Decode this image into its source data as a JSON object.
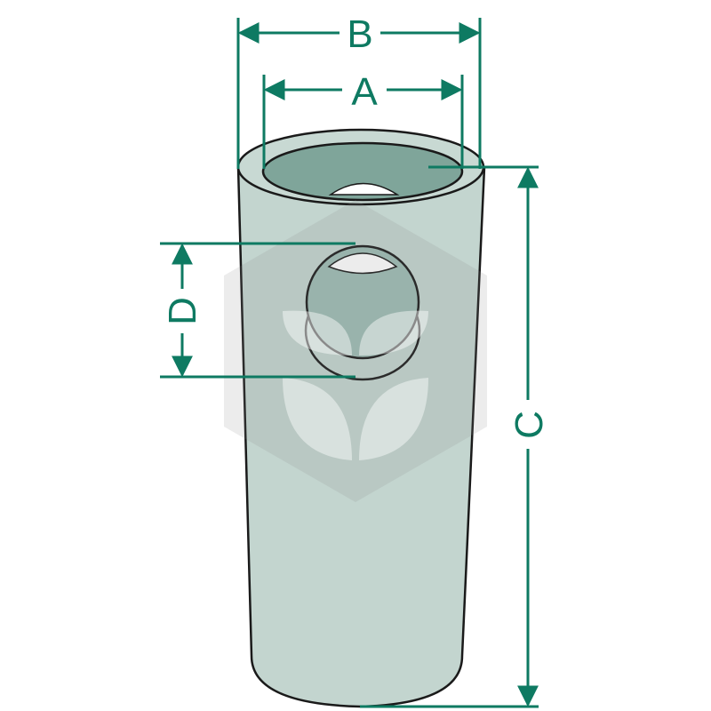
{
  "diagram": {
    "labels": {
      "outer_diameter": "B",
      "inner_diameter": "A",
      "length": "C",
      "hole_diameter": "D"
    },
    "colors": {
      "dimension": "#0e7a62",
      "outline": "#1a1a1a",
      "body_fill": "#c3d5cf",
      "rim_fill": "#c8d9d3",
      "bore_fill": "#7fa59a",
      "hole_fill": "#9cbcb3",
      "background": "#ffffff",
      "watermark": "#8a8a8a"
    },
    "watermark_icon": "leaf-logo-icon"
  }
}
